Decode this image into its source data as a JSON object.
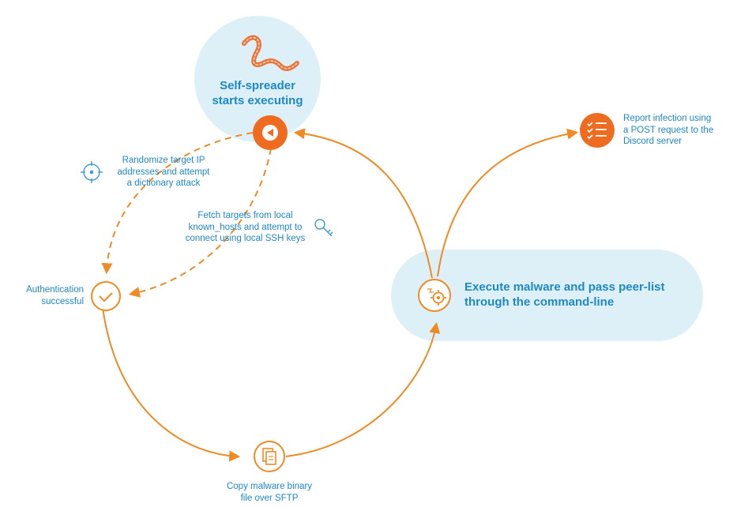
{
  "nodes": {
    "start": {
      "label": "Self-spreader\nstarts executing"
    },
    "report": {
      "label": "Report infection using\na POST request to the\nDiscord server"
    },
    "randomize": {
      "label": "Randomize target IP\naddresses and attempt\na dictionary attack"
    },
    "fetch": {
      "label": "Fetch targets from local\nknown_hosts and attempt to\nconnect using local SSH keys"
    },
    "auth": {
      "label": "Authentication\nsuccessful"
    },
    "execute": {
      "label": "Execute malware and pass peer-list\nthrough the command-line"
    },
    "copy": {
      "label": "Copy malware binary\nfile over SFTP"
    }
  },
  "icons": {
    "worm": "worm-icon",
    "play": "play-back-icon",
    "checklist": "checklist-icon",
    "target": "crosshair-target-icon",
    "key": "key-icon",
    "check": "checkmark-icon",
    "gear": "gear-icon",
    "file": "copy-file-icon"
  },
  "colors": {
    "accent_orange": "#F08A24",
    "solid_orange": "#EF6B1F",
    "text_blue": "#1E88C7",
    "bubble_blue": "#DDF0F8"
  }
}
